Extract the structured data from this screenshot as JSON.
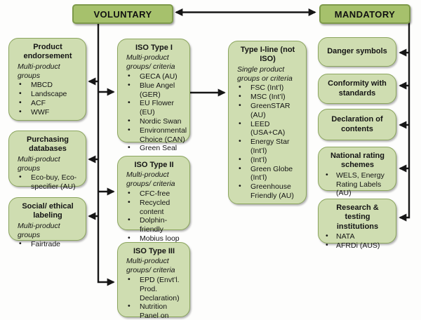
{
  "colors": {
    "header_fill": "#a6c16c",
    "header_border": "#7e9a4b",
    "node_fill": "#cfddb1",
    "node_border": "#8ba55e",
    "connector": "#161616"
  },
  "top": {
    "voluntary_label": "VOLUNTARY",
    "mandatory_label": "MANDATORY"
  },
  "left_column": [
    {
      "title": "Product endorsement",
      "subtitle": "Multi-product groups",
      "bullets": [
        "MBCD",
        "Landscape",
        "ACF",
        "WWF"
      ]
    },
    {
      "title": "Purchasing databases",
      "subtitle": "Multi-product groups",
      "bullets": [
        "Eco-buy, Eco-specifier (AU)"
      ]
    },
    {
      "title": "Social/ ethical labeling",
      "subtitle": "Multi-product groups",
      "bullets": [
        "Fairtrade"
      ]
    }
  ],
  "iso_column": [
    {
      "title": "ISO Type I",
      "subtitle": "Multi-product groups/ criteria",
      "bullets": [
        "GECA (AU)",
        "Blue Angel (GER)",
        "EU Flower (EU)",
        "Nordic Swan",
        "Environmental Choice (CAN)",
        "Green Seal"
      ]
    },
    {
      "title": "ISO Type II",
      "subtitle": "Multi-product groups/ criteria",
      "bullets": [
        "CFC-free",
        "Recycled content",
        "Dolphin-friendly",
        "Mobius loop"
      ]
    },
    {
      "title": "ISO Type III",
      "subtitle": "Multi-product groups/ criteria",
      "bullets": [
        "EPD (Envt’l. Prod. Declaration)",
        "Nutrition Panel on Food"
      ]
    }
  ],
  "type1line": {
    "title": "Type I-line (not ISO)",
    "subtitle": "Single product groups or criteria",
    "bullets": [
      "FSC (Int’l)",
      "MSC (Int’l)",
      "GreenSTAR (AU)",
      "LEED (USA+CA)",
      "Energy Star (Int’l)",
      "(Int’l)",
      "Green Globe (Int’l)",
      "Greenhouse Friendly (AU)"
    ]
  },
  "right_column": [
    {
      "title": "Danger symbols",
      "bullets": []
    },
    {
      "title": "Conformity with standards",
      "bullets": []
    },
    {
      "title": "Declaration of contents",
      "bullets": []
    },
    {
      "title": "National rating schemes",
      "bullets": [
        "WELS, Energy Rating Labels (AU)"
      ]
    },
    {
      "title": "Research & testing institutions",
      "bullets": [
        "NATA",
        "AFRDi (AUS)"
      ]
    }
  ]
}
